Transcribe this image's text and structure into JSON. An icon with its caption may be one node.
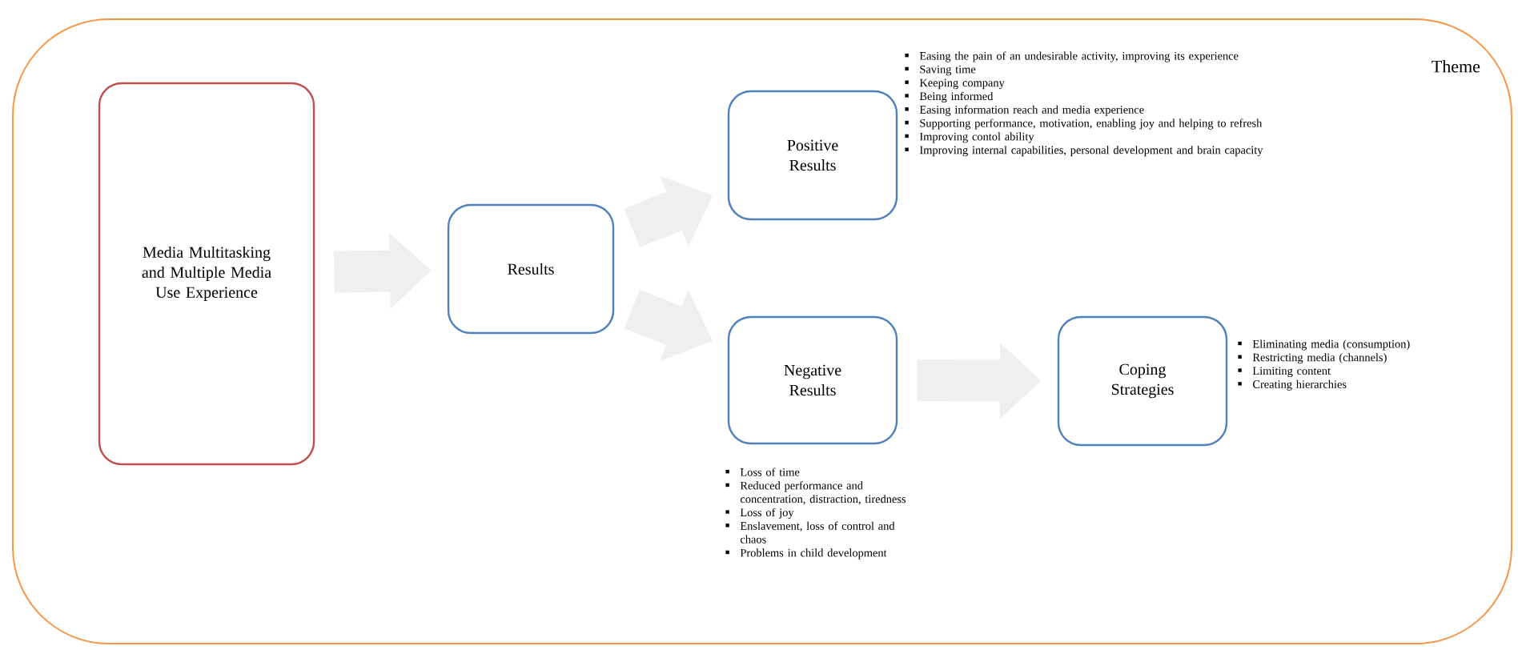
{
  "diagram": {
    "nodes": [
      {
        "text": [
          "Theme"
        ]
      },
      {
        "text": [
          "Media Multitasking and Multiple Media Use Experience"
        ],
        "in": 0
      },
      {
        "text": [
          "Results"
        ],
        "in": 0
      },
      {
        "text": [
          "Positive Results"
        ],
        "in": 0,
        "beside": [
          "Easing the pain of an undesirable activity, improving its experience",
          "Saving time",
          "Keeping company",
          "Being informed",
          "Easing information reach and media experience",
          "Supporting performance, motivation, enabling joy and helping to refresh",
          "Improving contol ability",
          "Improving internal capabilities, personal development and brain capacity"
        ]
      },
      {
        "text": [
          "Negative Results"
        ],
        "in": 0,
        "beside": [
          "Loss of time",
          "Reduced performance and concentration, distraction, tiredness",
          "Loss of joy",
          "Enslavement, loss of control and chaos",
          "Problems in child development"
        ]
      },
      {
        "text": [
          "Coping Strategies"
        ],
        "in": 0,
        "beside": [
          "Eliminating media (consumption)",
          "Restricting media (channels)",
          "Limiting content",
          "Creating hierarchies"
        ]
      }
    ],
    "edges": [
      {
        "from": 1,
        "to": 2,
        "arrow": "to"
      },
      {
        "from": 2,
        "to": 3,
        "arrow": "to"
      },
      {
        "from": 2,
        "to": 4,
        "arrow": "to"
      },
      {
        "from": 4,
        "to": 5,
        "arrow": "to"
      }
    ]
  }
}
